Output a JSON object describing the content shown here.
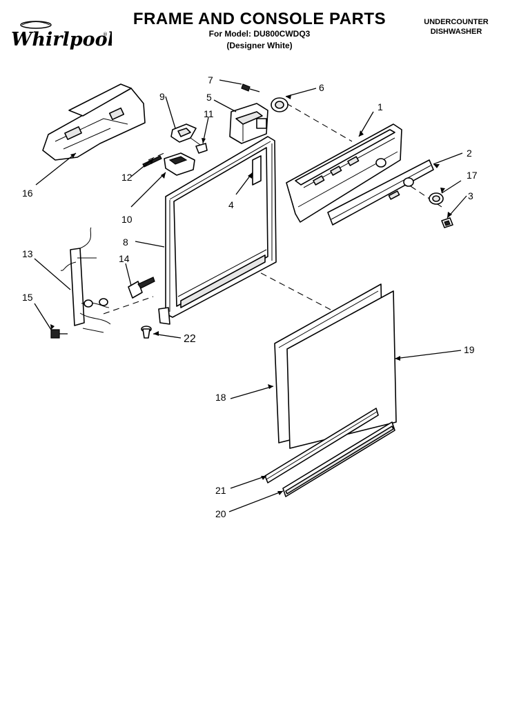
{
  "header": {
    "brand": "Whirlpool",
    "title": "FRAME AND CONSOLE PARTS",
    "model_line": "For Model: DU800CWDQ3",
    "variant": "(Designer White)",
    "appliance_line1": "UNDERCOUNTER",
    "appliance_line2": "DISHWASHER"
  },
  "callouts": {
    "c1": "1",
    "c2": "2",
    "c3": "3",
    "c4": "4",
    "c5": "5",
    "c6": "6",
    "c7": "7",
    "c8": "8",
    "c9": "9",
    "c10": "10",
    "c11": "11",
    "c12": "12",
    "c13": "13",
    "c14": "14",
    "c15": "15",
    "c16": "16",
    "c17": "17",
    "c18": "18",
    "c19": "19",
    "c20": "20",
    "c21": "21",
    "c22": "22"
  }
}
